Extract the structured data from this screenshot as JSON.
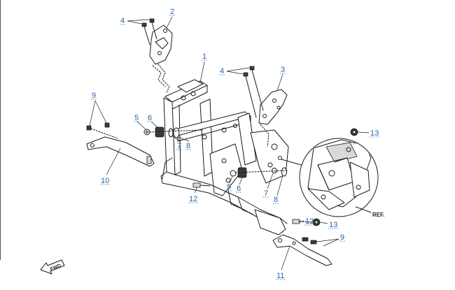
{
  "callouts": [
    {
      "id": "c1",
      "label": "1"
    },
    {
      "id": "c2",
      "label": "2"
    },
    {
      "id": "c3",
      "label": "3"
    },
    {
      "id": "c4a",
      "label": "4"
    },
    {
      "id": "c4b",
      "label": "4"
    },
    {
      "id": "c5a",
      "label": "5"
    },
    {
      "id": "c5b",
      "label": "5"
    },
    {
      "id": "c6a",
      "label": "6"
    },
    {
      "id": "c6b",
      "label": "6"
    },
    {
      "id": "c7a",
      "label": "7"
    },
    {
      "id": "c7b",
      "label": "7"
    },
    {
      "id": "c8a",
      "label": "8"
    },
    {
      "id": "c8b",
      "label": "8"
    },
    {
      "id": "c9a",
      "label": "9"
    },
    {
      "id": "c9b",
      "label": "9"
    },
    {
      "id": "c10",
      "label": "10"
    },
    {
      "id": "c11",
      "label": "11"
    },
    {
      "id": "c12a",
      "label": "12"
    },
    {
      "id": "c12b",
      "label": "12"
    },
    {
      "id": "c13a",
      "label": "13"
    },
    {
      "id": "c13b",
      "label": "13"
    }
  ],
  "ref_label": "REF.",
  "direction_label": "FWD"
}
